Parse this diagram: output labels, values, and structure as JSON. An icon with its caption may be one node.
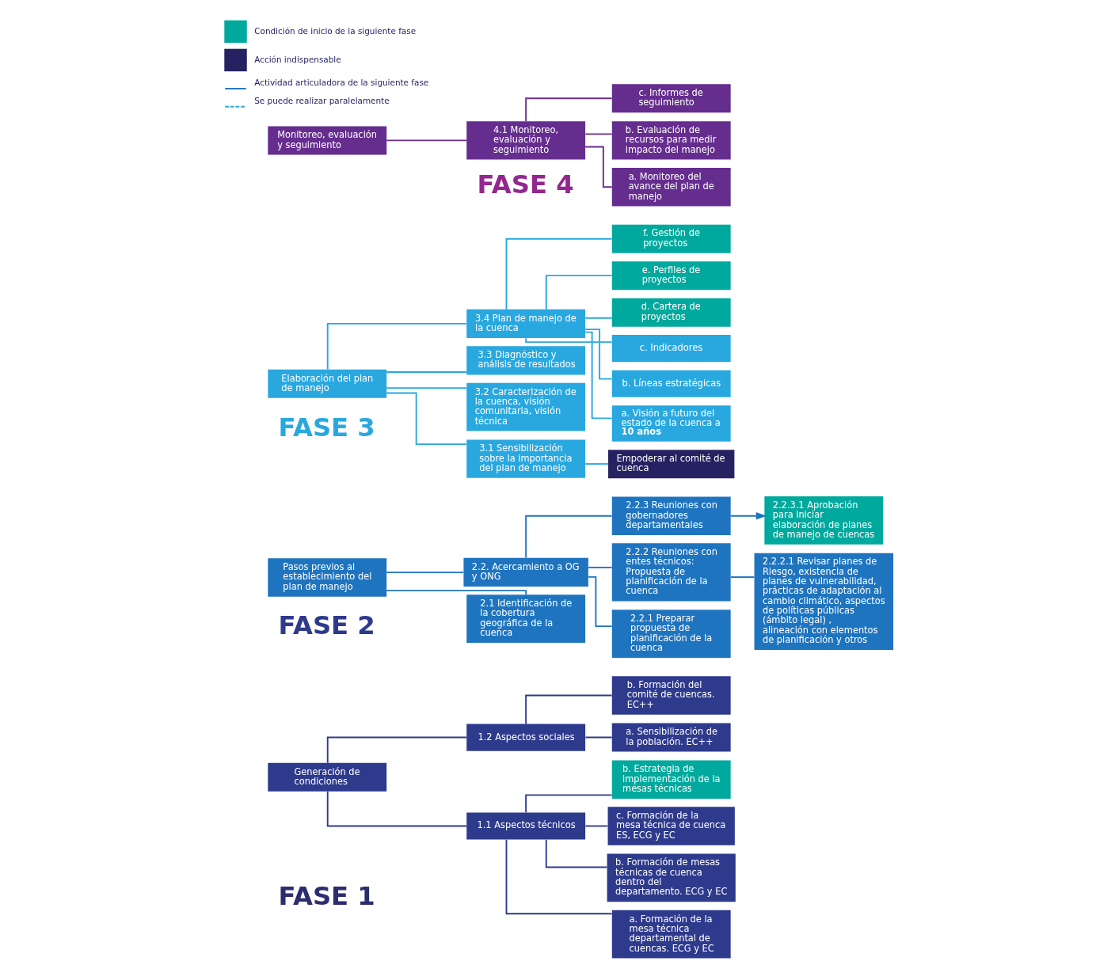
{
  "diagram": {
    "nodes": [
      {
        "text": [
          "Generación de condiciones"
        ]
      },
      {
        "text": [
          "1.1 Aspectos técnicos"
        ]
      },
      {
        "text": [
          "1.2 Aspectos sociales"
        ]
      },
      {
        "text": [
          "a. Formación de la mesa técnica departamental de cuencas. ECG y EC"
        ]
      },
      {
        "text": [
          "b. Formación de mesas técnicas de cuenca dentro del departamento. ECG y EC"
        ]
      },
      {
        "text": [
          "c. Formación de la mesa técnica de cuenca ES, ECG y EC"
        ]
      },
      {
        "text": [
          "b. Estrategia de implementación de la mesas técnicas"
        ]
      },
      {
        "text": [
          "a. Sensibilización de la población. EC++"
        ]
      },
      {
        "text": [
          "b. Formación del comité de cuencas. EC++"
        ]
      },
      {
        "text": [
          "Pasos previos al establecimiento del plan de manejo"
        ]
      },
      {
        "text": [
          "2.1 Identificación de la cobertura geográfica de la cuenca"
        ]
      },
      {
        "text": [
          "2.2. Acercamiento a OG y ONG"
        ]
      },
      {
        "text": [
          "2.2.1 Preparar propuesta de planificación de la cuenca"
        ]
      },
      {
        "text": [
          "2.2.2 Reuniones con entes técnicos: Propuesta de planificación de la cuenca"
        ]
      },
      {
        "text": [
          "2.2.3 Reuniones con gobernadores departamentales"
        ]
      },
      {
        "text": [
          "2.2.2.1 Revisar planes de Riesgo, existencia de planes de vulnerabilidad, prácticas de adaptación al cambio climático, aspectos de políticas públicas (ámbito legal) , alineación con elementos de planificación y otros"
        ]
      },
      {
        "text": [
          "2.2.3.1 Aprobación para iniciar elaboración de planes de manejo de cuencas"
        ]
      },
      {
        "text": [
          "Elaboración del plan de manejo"
        ]
      },
      {
        "text": [
          "3.1 Sensibilización sobre la importancia del plan de manejo"
        ]
      },
      {
        "text": [
          "3.2 Caracterización de la cuenca, visión comunitaria, visión técnica"
        ]
      },
      {
        "text": [
          "3.3 Diagnóstico y análisis de resultados"
        ]
      },
      {
        "text": [
          "3.4 Plan de manejo de la cuenca"
        ]
      },
      {
        "text": [
          "Empoderar al comité de cuenca"
        ]
      },
      {
        "text": [
          "a. Visión a futuro del estado de la cuenca a **10 años**"
        ]
      },
      {
        "text": [
          "b. Líneas estratégicas"
        ]
      },
      {
        "text": [
          "c. Indicadores"
        ]
      },
      {
        "text": [
          "d. Cartera de proyectos"
        ]
      },
      {
        "text": [
          "e. Perfiles de proyectos"
        ]
      },
      {
        "text": [
          "f. Gestión de proyectos"
        ]
      },
      {
        "text": [
          "Monitoreo, evaluación y seguimiento"
        ]
      },
      {
        "text": [
          "4.1 Monitoreo, evaluación y seguimiento"
        ]
      },
      {
        "text": [
          "a. Monitoreo del avance del plan de manejo"
        ]
      },
      {
        "text": [
          "b. Evaluación de recursos para medir impacto del manejo"
        ]
      },
      {
        "text": [
          "c. Informes de seguimiento"
        ]
      }
    ],
    "edges": [
      {
        "from": 0,
        "to": 1,
        "arrow": "none",
        "color": "#2e3a8c"
      },
      {
        "from": 0,
        "to": 2,
        "arrow": "none",
        "color": "#2e3a8c"
      },
      {
        "from": 1,
        "to": 3,
        "arrow": "none",
        "color": "#2e3a8c"
      },
      {
        "from": 1,
        "to": 4,
        "arrow": "none",
        "color": "#2e3a8c"
      },
      {
        "from": 1,
        "to": 5,
        "arrow": "none",
        "color": "#2e3a8c"
      },
      {
        "from": 1,
        "to": 6,
        "arrow": "none",
        "color": "#2e3a8c"
      },
      {
        "from": 2,
        "to": 7,
        "arrow": "none",
        "color": "#2e3a8c"
      },
      {
        "from": 2,
        "to": 8,
        "arrow": "none",
        "color": "#2e3a8c"
      },
      {
        "from": 9,
        "to": 10,
        "arrow": "none",
        "color": "#1f74bf"
      },
      {
        "from": 9,
        "to": 11,
        "arrow": "none",
        "color": "#1f74bf"
      },
      {
        "from": 11,
        "to": 12,
        "arrow": "none",
        "color": "#1f74bf"
      },
      {
        "from": 11,
        "to": 13,
        "arrow": "none",
        "color": "#1f74bf"
      },
      {
        "from": 11,
        "to": 14,
        "arrow": "none",
        "color": "#1f74bf"
      },
      {
        "from": 13,
        "to": 15,
        "arrow": "none",
        "color": "#1f74bf"
      },
      {
        "from": 14,
        "to": 16,
        "arrow": "to",
        "color": "#1f74bf"
      },
      {
        "from": 17,
        "to": 18,
        "arrow": "none",
        "color": "#29a8e0"
      },
      {
        "from": 17,
        "to": 19,
        "arrow": "none",
        "color": "#29a8e0"
      },
      {
        "from": 17,
        "to": 20,
        "arrow": "none",
        "color": "#29a8e0"
      },
      {
        "from": 17,
        "to": 21,
        "arrow": "none",
        "color": "#29a8e0"
      },
      {
        "from": 18,
        "to": 22,
        "arrow": "none",
        "color": "#29a8e0"
      },
      {
        "from": 21,
        "to": 23,
        "arrow": "none",
        "color": "#29a8e0"
      },
      {
        "from": 21,
        "to": 24,
        "arrow": "none",
        "color": "#29a8e0"
      },
      {
        "from": 21,
        "to": 25,
        "arrow": "none",
        "color": "#29a8e0"
      },
      {
        "from": 21,
        "to": 26,
        "arrow": "none",
        "color": "#29a8e0"
      },
      {
        "from": 21,
        "to": 27,
        "arrow": "none",
        "color": "#29a8e0"
      },
      {
        "from": 21,
        "to": 28,
        "arrow": "none",
        "color": "#29a8e0"
      },
      {
        "from": 29,
        "to": 30,
        "arrow": "none",
        "color": "#652d8e"
      },
      {
        "from": 30,
        "to": 31,
        "arrow": "none",
        "color": "#652d8e"
      },
      {
        "from": 30,
        "to": 32,
        "arrow": "none",
        "color": "#652d8e"
      },
      {
        "from": 30,
        "to": 33,
        "arrow": "none",
        "color": "#652d8e"
      }
    ],
    "labels": [
      "FASE 1",
      "FASE 2",
      "FASE 3",
      "FASE 4"
    ],
    "legend": [
      {
        "text": "Condición de inicio de la siguiente fase",
        "color": "#00a99d"
      },
      {
        "text": "Acción indispensable",
        "color": "#262262"
      },
      {
        "text": "Actividad articuladora de la siguiente fase"
      },
      {
        "text": "Se puede realizar paralelamente"
      }
    ]
  }
}
